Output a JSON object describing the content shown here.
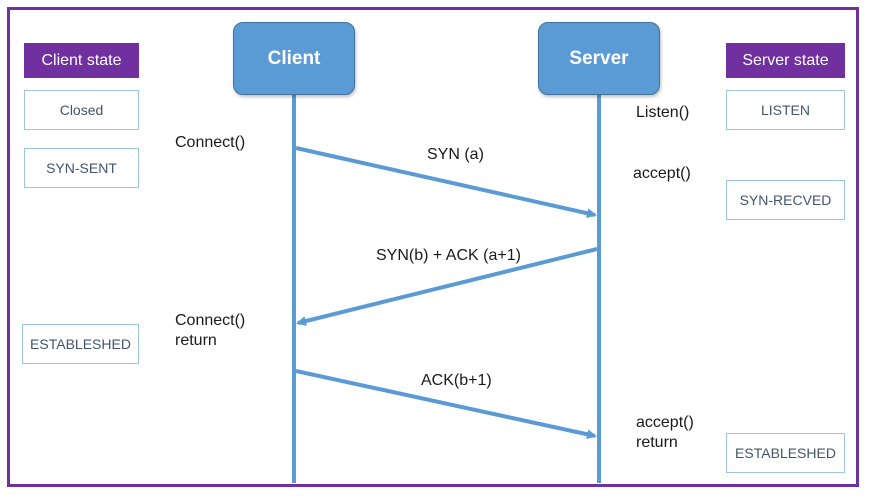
{
  "headers": {
    "client_state": "Client state",
    "server_state": "Server state"
  },
  "actors": {
    "client": "Client",
    "server": "Server"
  },
  "client_states": [
    "Closed",
    "SYN-SENT",
    "ESTABLESHED"
  ],
  "server_states": [
    "LISTEN",
    "SYN-RECVED",
    "ESTABLESHED"
  ],
  "client_calls": {
    "connect": "Connect()",
    "connect_return_1": "Connect()",
    "connect_return_2": "return"
  },
  "server_calls": {
    "listen": "Listen()",
    "accept": "accept()",
    "accept_return_1": "accept()",
    "accept_return_2": "return"
  },
  "messages": {
    "syn": "SYN (a)",
    "syn_ack": "SYN(b) + ACK (a+1)",
    "ack": "ACK(b+1)"
  },
  "colors": {
    "frame": "#7030a0",
    "actor": "#5b9bd5",
    "arrow": "#5b9bd5",
    "state_border": "#9dc3e6"
  }
}
